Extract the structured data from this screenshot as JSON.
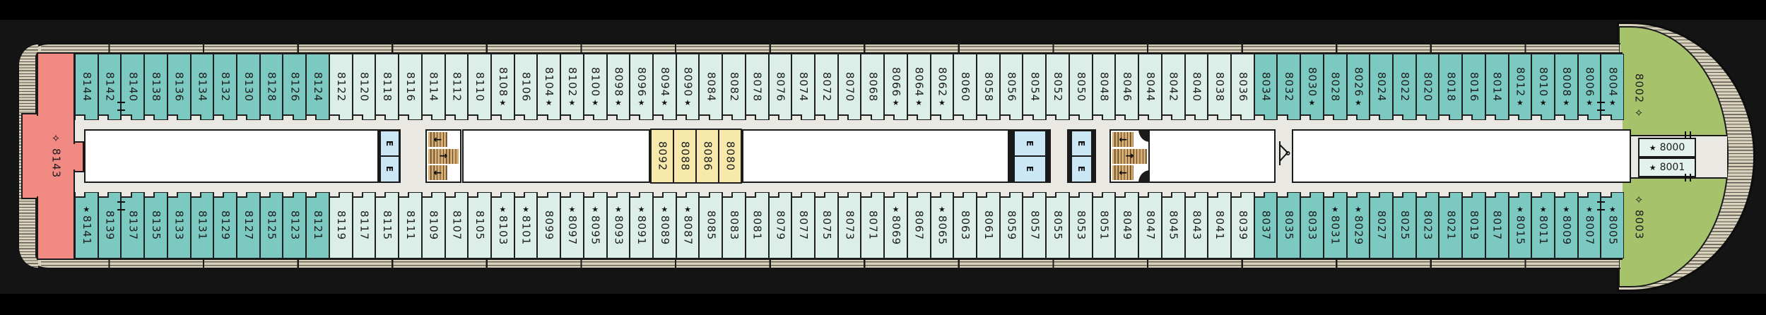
{
  "symbols": {
    "star": "★",
    "diamond": "✧",
    "elevator": "E",
    "arrow_left": "←",
    "arrow_right": "→"
  },
  "colors": {
    "teal_cabin": "#7cc9c1",
    "pale_cabin": "#dceee8",
    "interior_cabin": "#f7e9ab",
    "suite_red": "#f28a84",
    "suite_green": "#a6c36c",
    "forward_cabin": "#e3f2ec",
    "elevator_blue": "#cbe7f5",
    "corridor": "#eae8e3",
    "deck_band": "#d8d2bc",
    "stairs": "#d9ad6e"
  },
  "deck": {
    "stern_suite": {
      "n": "8143",
      "sym": "diamond"
    },
    "bow": {
      "port_suite": {
        "n": "8002",
        "sym": "diamond"
      },
      "starboard_suite": {
        "n": "8003",
        "sym": "diamond"
      },
      "forward_cabins": [
        {
          "n": "8000",
          "sym": "star"
        },
        {
          "n": "8001",
          "sym": "star"
        }
      ]
    },
    "interior_cabins": [
      {
        "n": "8092"
      },
      {
        "n": "8088"
      },
      {
        "n": "8086"
      },
      {
        "n": "8080"
      }
    ],
    "top_row": [
      {
        "n": "8144",
        "c": "t"
      },
      {
        "n": "8142",
        "c": "t",
        "d": 1
      },
      {
        "n": "8140",
        "c": "t"
      },
      {
        "n": "8138",
        "c": "t"
      },
      {
        "n": "8136",
        "c": "t"
      },
      {
        "n": "8134",
        "c": "t"
      },
      {
        "n": "8132",
        "c": "t"
      },
      {
        "n": "8130",
        "c": "t"
      },
      {
        "n": "8128",
        "c": "t"
      },
      {
        "n": "8126",
        "c": "t"
      },
      {
        "n": "8124",
        "c": "t"
      },
      {
        "n": "8122",
        "c": "p"
      },
      {
        "n": "8120",
        "c": "p"
      },
      {
        "n": "8118",
        "c": "p"
      },
      {
        "n": "8116",
        "c": "p"
      },
      {
        "n": "8114",
        "c": "p"
      },
      {
        "n": "8112",
        "c": "p"
      },
      {
        "n": "8110",
        "c": "p"
      },
      {
        "n": "8108",
        "c": "p",
        "s": 1
      },
      {
        "n": "8106",
        "c": "p"
      },
      {
        "n": "8104",
        "c": "p",
        "s": 1
      },
      {
        "n": "8102",
        "c": "p",
        "s": 1
      },
      {
        "n": "8100",
        "c": "p",
        "s": 1
      },
      {
        "n": "8098",
        "c": "p",
        "s": 1
      },
      {
        "n": "8096",
        "c": "p",
        "s": 1
      },
      {
        "n": "8094",
        "c": "p",
        "s": 1
      },
      {
        "n": "8090",
        "c": "p",
        "s": 1
      },
      {
        "n": "8084",
        "c": "p"
      },
      {
        "n": "8082",
        "c": "p"
      },
      {
        "n": "8078",
        "c": "p"
      },
      {
        "n": "8076",
        "c": "p"
      },
      {
        "n": "8074",
        "c": "p"
      },
      {
        "n": "8072",
        "c": "p"
      },
      {
        "n": "8070",
        "c": "p"
      },
      {
        "n": "8068",
        "c": "p"
      },
      {
        "n": "8066",
        "c": "p",
        "s": 1
      },
      {
        "n": "8064",
        "c": "p",
        "s": 1
      },
      {
        "n": "8062",
        "c": "p",
        "s": 1
      },
      {
        "n": "8060",
        "c": "p"
      },
      {
        "n": "8058",
        "c": "p"
      },
      {
        "n": "8056",
        "c": "p"
      },
      {
        "n": "8054",
        "c": "p"
      },
      {
        "n": "8052",
        "c": "p"
      },
      {
        "n": "8050",
        "c": "p"
      },
      {
        "n": "8048",
        "c": "p"
      },
      {
        "n": "8046",
        "c": "p"
      },
      {
        "n": "8044",
        "c": "p"
      },
      {
        "n": "8042",
        "c": "p"
      },
      {
        "n": "8040",
        "c": "p"
      },
      {
        "n": "8038",
        "c": "p"
      },
      {
        "n": "8036",
        "c": "p"
      },
      {
        "n": "8034",
        "c": "T"
      },
      {
        "n": "8032",
        "c": "T"
      },
      {
        "n": "8030",
        "c": "T",
        "s": 1
      },
      {
        "n": "8028",
        "c": "T"
      },
      {
        "n": "8026",
        "c": "T",
        "s": 1
      },
      {
        "n": "8024",
        "c": "T"
      },
      {
        "n": "8022",
        "c": "T"
      },
      {
        "n": "8020",
        "c": "T"
      },
      {
        "n": "8018",
        "c": "T"
      },
      {
        "n": "8016",
        "c": "T"
      },
      {
        "n": "8014",
        "c": "T"
      },
      {
        "n": "8012",
        "c": "T",
        "s": 1
      },
      {
        "n": "8010",
        "c": "T",
        "s": 1
      },
      {
        "n": "8008",
        "c": "T",
        "s": 1
      },
      {
        "n": "8006",
        "c": "T",
        "s": 1,
        "d": 1
      },
      {
        "n": "8004",
        "c": "T",
        "s": 1
      }
    ],
    "bottom_row": [
      {
        "n": "8141",
        "c": "t",
        "s": 1
      },
      {
        "n": "8139",
        "c": "t",
        "d": 1
      },
      {
        "n": "8137",
        "c": "t"
      },
      {
        "n": "8135",
        "c": "t"
      },
      {
        "n": "8133",
        "c": "t"
      },
      {
        "n": "8131",
        "c": "t"
      },
      {
        "n": "8129",
        "c": "t"
      },
      {
        "n": "8127",
        "c": "t"
      },
      {
        "n": "8125",
        "c": "t"
      },
      {
        "n": "8123",
        "c": "t"
      },
      {
        "n": "8121",
        "c": "t"
      },
      {
        "n": "8119",
        "c": "p"
      },
      {
        "n": "8117",
        "c": "p"
      },
      {
        "n": "8115",
        "c": "p"
      },
      {
        "n": "8111",
        "c": "p"
      },
      {
        "n": "8109",
        "c": "p"
      },
      {
        "n": "8107",
        "c": "p"
      },
      {
        "n": "8105",
        "c": "p"
      },
      {
        "n": "8103",
        "c": "p",
        "s": 1
      },
      {
        "n": "8101",
        "c": "p",
        "s": 1
      },
      {
        "n": "8099",
        "c": "p"
      },
      {
        "n": "8097",
        "c": "p",
        "s": 1
      },
      {
        "n": "8095",
        "c": "p",
        "s": 1
      },
      {
        "n": "8093",
        "c": "p",
        "s": 1
      },
      {
        "n": "8091",
        "c": "p",
        "s": 1
      },
      {
        "n": "8089",
        "c": "p",
        "s": 1
      },
      {
        "n": "8087",
        "c": "p",
        "s": 1
      },
      {
        "n": "8085",
        "c": "p"
      },
      {
        "n": "8083",
        "c": "p"
      },
      {
        "n": "8081",
        "c": "p"
      },
      {
        "n": "8079",
        "c": "p"
      },
      {
        "n": "8077",
        "c": "p"
      },
      {
        "n": "8075",
        "c": "p"
      },
      {
        "n": "8073",
        "c": "p"
      },
      {
        "n": "8071",
        "c": "p"
      },
      {
        "n": "8069",
        "c": "p",
        "s": 1
      },
      {
        "n": "8067",
        "c": "p"
      },
      {
        "n": "8065",
        "c": "p",
        "s": 1
      },
      {
        "n": "8063",
        "c": "p"
      },
      {
        "n": "8061",
        "c": "p"
      },
      {
        "n": "8059",
        "c": "p"
      },
      {
        "n": "8057",
        "c": "p"
      },
      {
        "n": "8055",
        "c": "p"
      },
      {
        "n": "8053",
        "c": "p"
      },
      {
        "n": "8051",
        "c": "p"
      },
      {
        "n": "8049",
        "c": "p"
      },
      {
        "n": "8047",
        "c": "p"
      },
      {
        "n": "8045",
        "c": "p"
      },
      {
        "n": "8043",
        "c": "p"
      },
      {
        "n": "8041",
        "c": "p"
      },
      {
        "n": "8039",
        "c": "p"
      },
      {
        "n": "8037",
        "c": "T"
      },
      {
        "n": "8035",
        "c": "T"
      },
      {
        "n": "8033",
        "c": "T"
      },
      {
        "n": "8031",
        "c": "T",
        "s": 1
      },
      {
        "n": "8029",
        "c": "T",
        "s": 1
      },
      {
        "n": "8027",
        "c": "T"
      },
      {
        "n": "8025",
        "c": "T"
      },
      {
        "n": "8023",
        "c": "T"
      },
      {
        "n": "8021",
        "c": "T"
      },
      {
        "n": "8019",
        "c": "T"
      },
      {
        "n": "8017",
        "c": "T"
      },
      {
        "n": "8015",
        "c": "T",
        "s": 1
      },
      {
        "n": "8011",
        "c": "T",
        "s": 1
      },
      {
        "n": "8009",
        "c": "T",
        "s": 1
      },
      {
        "n": "8007",
        "c": "T",
        "s": 1,
        "d": 1
      },
      {
        "n": "8005",
        "c": "T",
        "s": 1
      }
    ]
  }
}
